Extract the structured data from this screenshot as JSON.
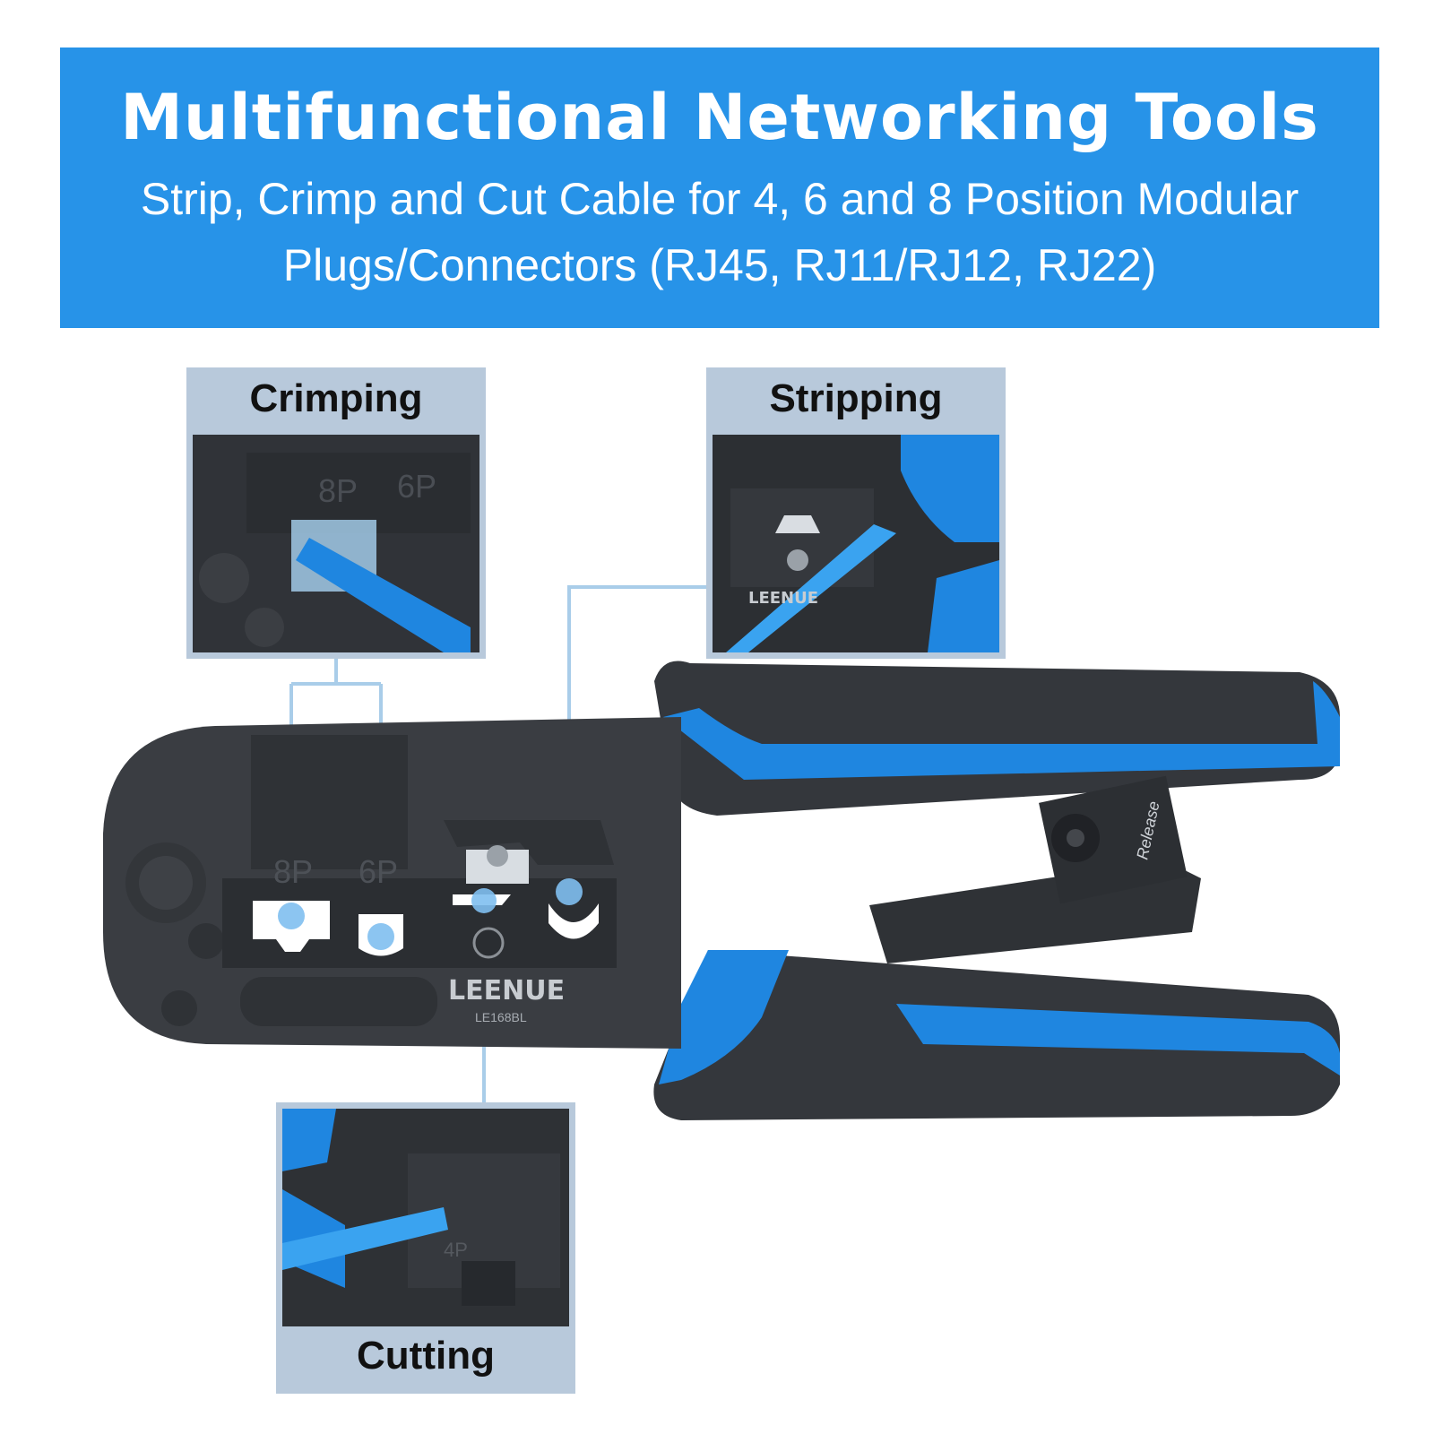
{
  "banner": {
    "title": "Multifunctional Networking Tools",
    "subtitle_line1": "Strip, Crimp and Cut Cable for 4, 6 and 8 Position Modular",
    "subtitle_line2": "Plugs/Connectors (RJ45, RJ11/RJ12, RJ22)"
  },
  "panels": {
    "crimping": "Crimping",
    "stripping": "Stripping",
    "cutting": "Cutting"
  },
  "tool": {
    "brand": "LEENUE",
    "model": "LE168BL",
    "release": "Release",
    "die_8p": "8P",
    "die_6p": "6P",
    "die_4p": "4P"
  },
  "colors": {
    "banner_blue": "#2793e8",
    "tool_blue": "#1f86e0",
    "tool_dark": "#34373c",
    "panel_gray": "#b8c9db"
  }
}
